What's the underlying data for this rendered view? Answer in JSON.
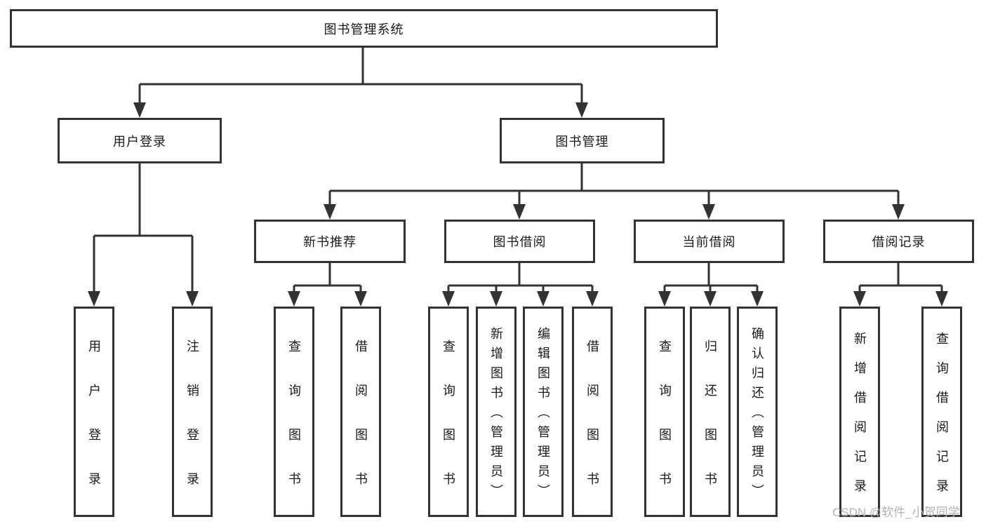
{
  "diagram": {
    "title": "图书管理系统",
    "watermark": "CSDN @软件_小贺同学",
    "colors": {
      "line": "#333333",
      "box_border": "#333333",
      "box_fill": "#ffffff",
      "text": "#1a1a1a",
      "watermark": "#b3b3b3"
    },
    "tree": {
      "label": "图书管理系统",
      "children": [
        {
          "label": "用户登录",
          "children": [
            {
              "label": "用户登录"
            },
            {
              "label": "注销登录"
            }
          ]
        },
        {
          "label": "图书管理",
          "children": [
            {
              "label": "新书推荐",
              "children": [
                {
                  "label": "查询图书"
                },
                {
                  "label": "借阅图书"
                }
              ]
            },
            {
              "label": "图书借阅",
              "children": [
                {
                  "label": "查询图书"
                },
                {
                  "label": "新增图书（管理员）"
                },
                {
                  "label": "编辑图书（管理员）"
                },
                {
                  "label": "借阅图书"
                }
              ]
            },
            {
              "label": "当前借阅",
              "children": [
                {
                  "label": "查询图书"
                },
                {
                  "label": "归还图书"
                },
                {
                  "label": "确认归还（管理员）"
                }
              ]
            },
            {
              "label": "借阅记录",
              "children": [
                {
                  "label": "新增借阅记录"
                },
                {
                  "label": "查询借阅记录"
                }
              ]
            }
          ]
        }
      ]
    }
  }
}
